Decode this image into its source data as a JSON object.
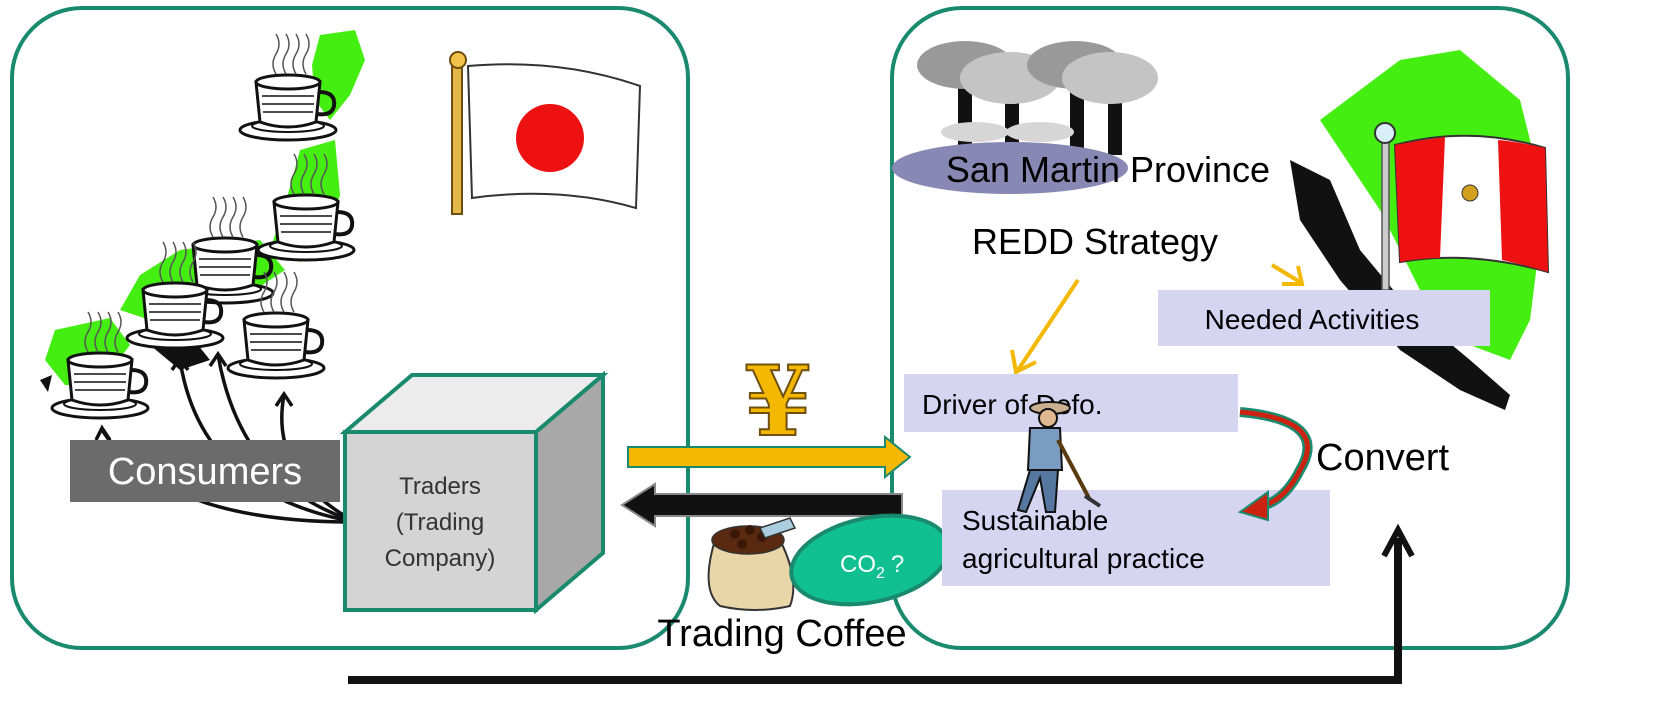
{
  "colors": {
    "panel_border": "#1a8a6e",
    "money_arrow": "#f5b800",
    "coffee_arrow": "#111111",
    "label_box": "#d5d5f2",
    "map_green": "#44ee11",
    "consumers_box": "#6b6b6b",
    "trader_front": "#d4d4d4",
    "co2_fill": "#10c090"
  },
  "japan_panel": {
    "consumers_label": "Consumers",
    "traders_label_line1": "Traders",
    "traders_label_line2": "(Trading",
    "traders_label_line3": "Company)"
  },
  "flow": {
    "currency_symbol": "¥",
    "co2_label": "CO",
    "co2_subscript": "2",
    "co2_question": "?",
    "trading_coffee_label": "Trading Coffee"
  },
  "peru_panel": {
    "province_label": "San Martin Province",
    "strategy_label": "REDD Strategy",
    "needed_activities_label": "Needed Activities",
    "driver_label": "Driver of Defo.",
    "sustainable_line1": "Sustainable",
    "sustainable_line2": "agricultural practice",
    "convert_label": "Convert"
  },
  "icons": [
    "coffee-cup-icon",
    "japan-flag-icon",
    "peru-flag-icon",
    "tree-icon",
    "coffee-sack-icon",
    "farmer-icon"
  ]
}
